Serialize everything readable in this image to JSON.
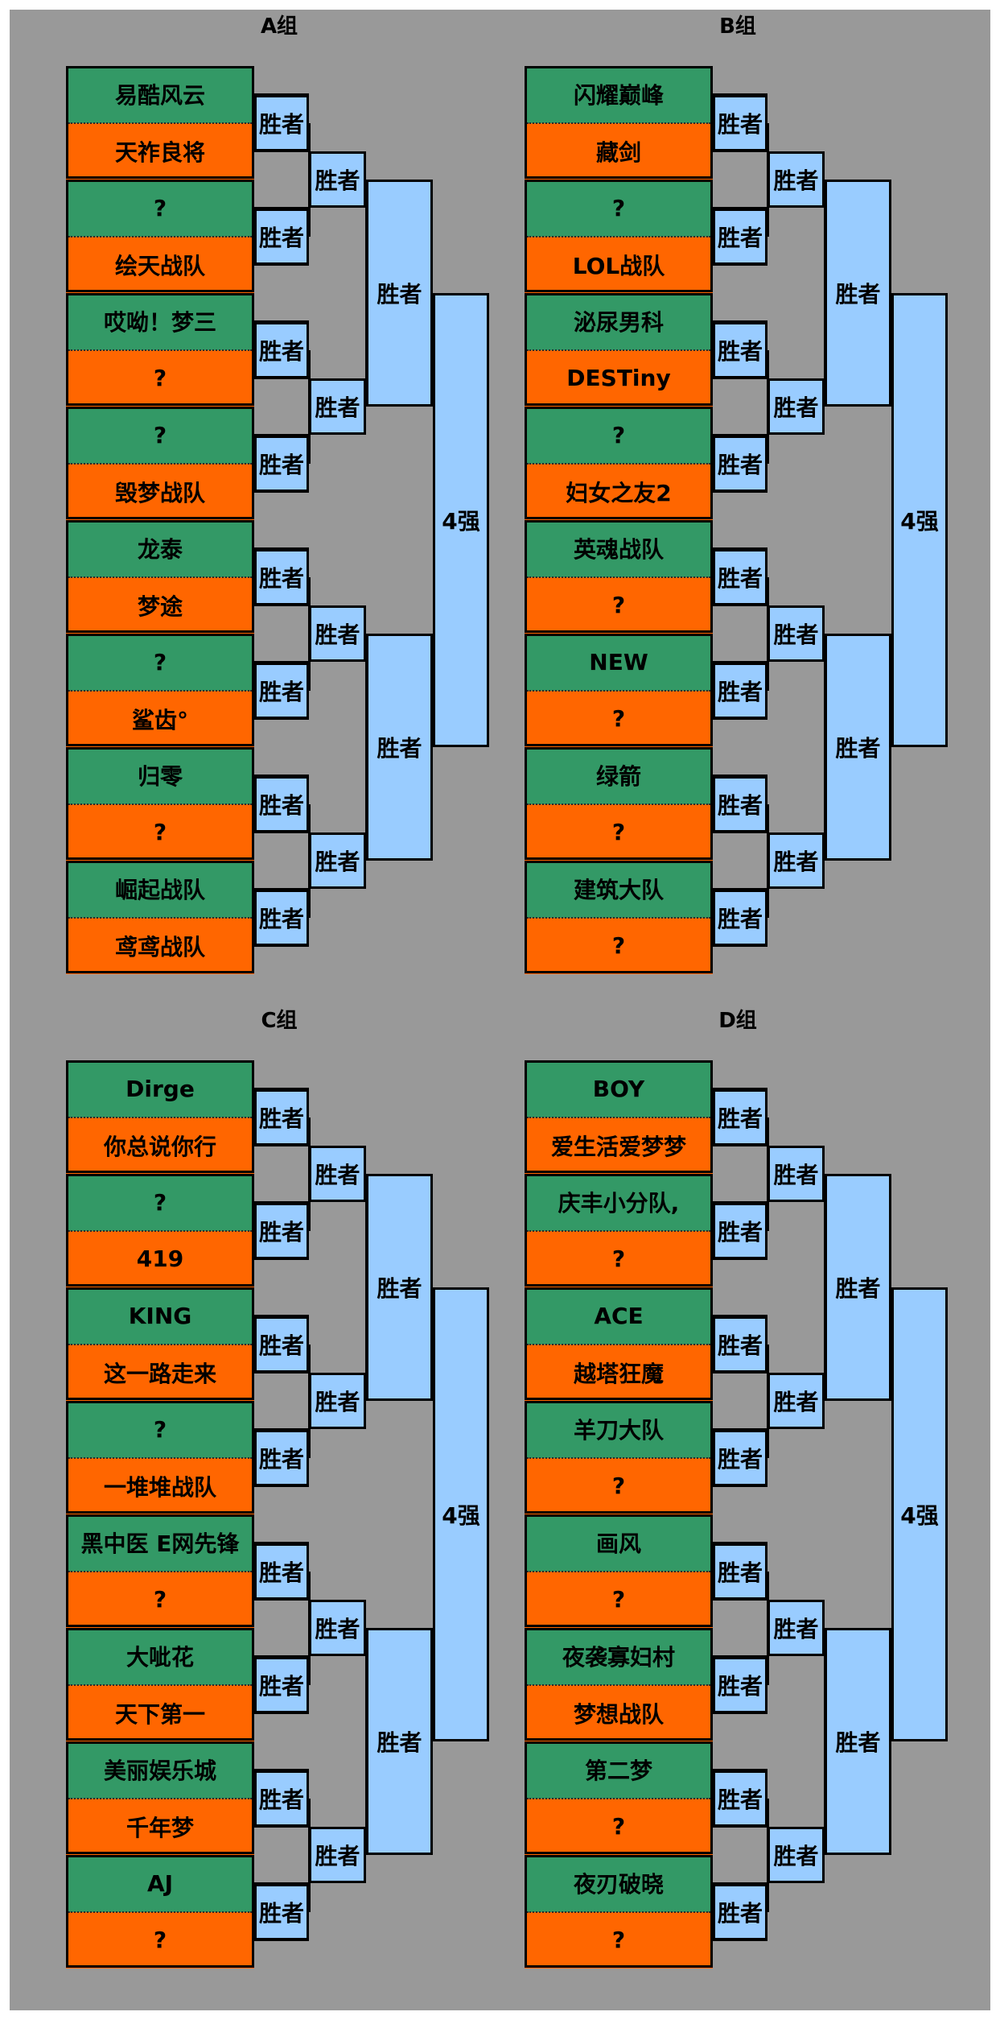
{
  "colors": {
    "background": "#999999",
    "team_top": "#339966",
    "team_bottom": "#ff6600",
    "winner_box": "#99ccff"
  },
  "labels": {
    "winner": "胜者",
    "top4": "4强"
  },
  "groups": [
    {
      "title": "A组",
      "teams": [
        "易酷风云",
        "天祚良将",
        "?",
        "绘天战队",
        "哎呦！梦三",
        "?",
        "?",
        "毁梦战队",
        "龙泰",
        "梦途",
        "?",
        "鲨齿°",
        "归零",
        "?",
        "崛起战队",
        "鸢鸢战队"
      ]
    },
    {
      "title": "B组",
      "teams": [
        "闪耀巅峰",
        "藏剑",
        "?",
        "LOL战队",
        "泌尿男科",
        "DESTiny",
        "?",
        "妇女之友2",
        "英魂战队",
        "?",
        "NEW",
        "?",
        "绿箭",
        "?",
        "建筑大队",
        "?"
      ]
    },
    {
      "title": "C组",
      "teams": [
        "Dirge",
        "你总说你行",
        "?",
        "419",
        "KING",
        "这一路走来",
        "?",
        "一堆堆战队",
        "黑中医 E网先锋",
        "?",
        "大呲花",
        "天下第一",
        "美丽娱乐城",
        "千年梦",
        "AJ",
        "?"
      ]
    },
    {
      "title": "D组",
      "teams": [
        "BOY",
        "爱生活爱梦梦",
        "庆丰小分队,",
        "?",
        "ACE",
        "越塔狂魔",
        "羊刀大队",
        "?",
        "画风",
        "?",
        "夜袭寡妇村",
        "梦想战队",
        "第二梦",
        "?",
        "夜刃破晓",
        "?"
      ]
    }
  ]
}
